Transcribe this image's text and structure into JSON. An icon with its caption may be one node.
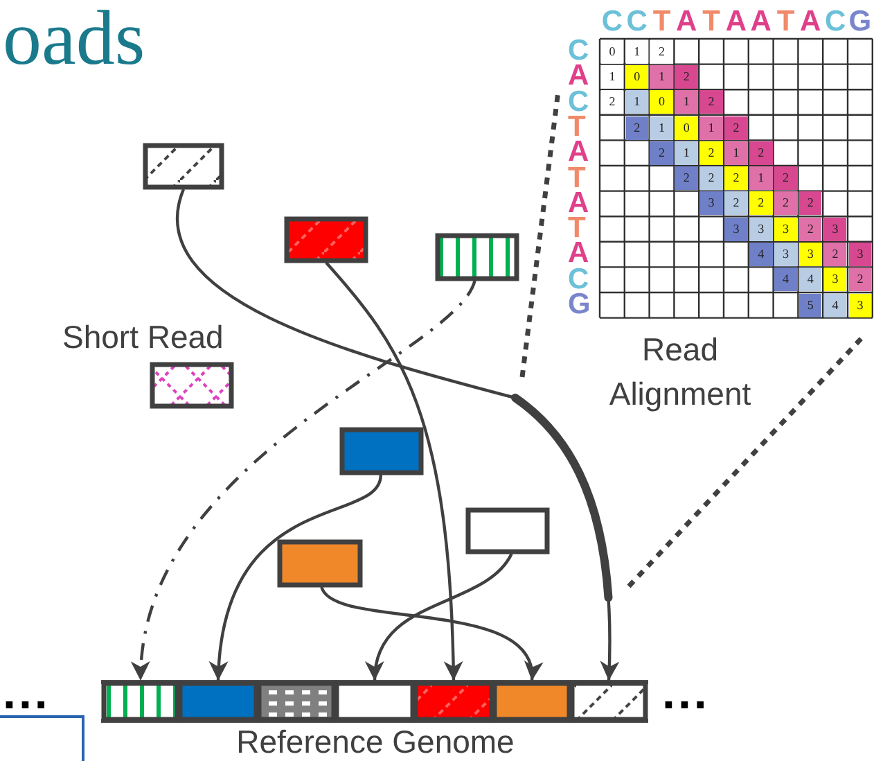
{
  "diagram": {
    "nodes": [
      {
        "text": [],
        "shape": "box"
      },
      {
        "text": [],
        "shape": "box"
      },
      {
        "text": [],
        "shape": "box"
      },
      {
        "text": [],
        "shape": "box"
      },
      {
        "text": [],
        "shape": "box"
      },
      {
        "text": [],
        "shape": "box"
      },
      {
        "text": [],
        "shape": "box"
      },
      {
        "text": [],
        "shape": "box"
      },
      {
        "text": [],
        "shape": "box"
      },
      {
        "text": [],
        "shape": "box"
      },
      {
        "text": [],
        "shape": "box"
      },
      {
        "text": [],
        "shape": "box"
      },
      {
        "text": [],
        "shape": "box"
      },
      {
        "text": [],
        "shape": "box"
      },
      {
        "text": [],
        "shape": "box"
      }
    ],
    "edges": [
      {
        "from": 0,
        "to": 13,
        "arrow": "to"
      },
      {
        "from": 1,
        "to": 11,
        "arrow": "to"
      },
      {
        "from": 2,
        "to": 7,
        "arrow": "to",
        "style": "dashed"
      },
      {
        "from": 4,
        "to": 8,
        "arrow": "to"
      },
      {
        "from": 5,
        "to": 10,
        "arrow": "to"
      },
      {
        "from": 6,
        "to": 12,
        "arrow": "to"
      }
    ],
    "labels": [
      "oads",
      "C",
      "C",
      "T",
      "A",
      "T",
      "A",
      "A",
      "T",
      "A",
      "C",
      "G",
      "C",
      "0",
      "1",
      "2",
      "A",
      "1",
      "0",
      "1",
      "2",
      "C",
      "2",
      "1",
      "0",
      "1",
      "2",
      "T",
      "2",
      "1",
      "0",
      "1",
      "2",
      "A",
      "2",
      "1",
      "2",
      "1",
      "2",
      "T",
      "2",
      "2",
      "2",
      "1",
      "2",
      "A",
      "3",
      "2",
      "2",
      "2",
      "2",
      "T",
      "3",
      "3",
      "3",
      "2",
      "3",
      "A",
      "4",
      "3",
      "3",
      "2",
      "3",
      "C",
      "4",
      "4",
      "3",
      "2",
      "G",
      "5",
      "4",
      "3",
      "Short Read",
      "Read Alignment",
      "...",
      "...",
      "Reference Genome"
    ]
  }
}
